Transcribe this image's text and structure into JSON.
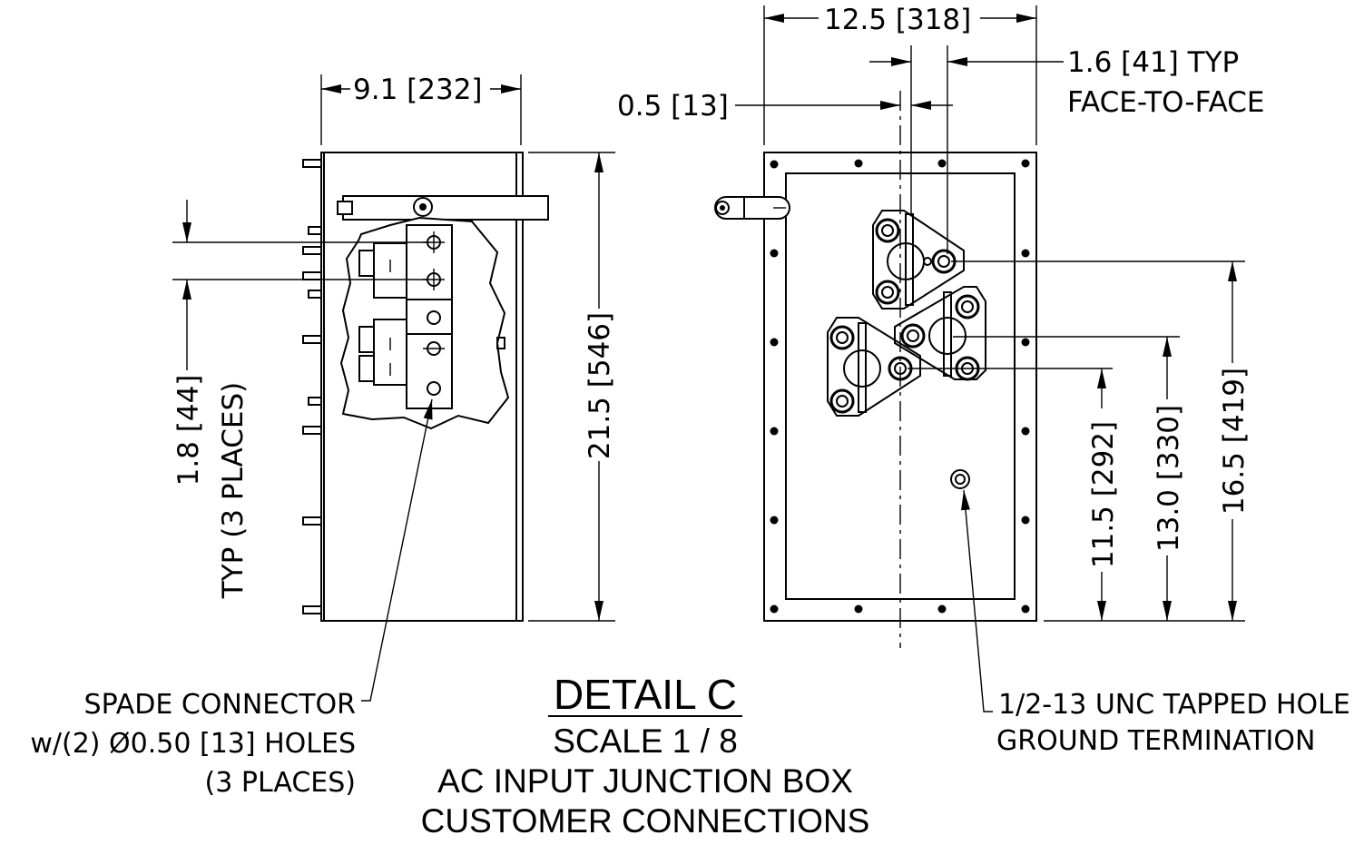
{
  "title": {
    "detail": "DETAIL C",
    "scale": "SCALE 1 / 8",
    "line1": "AC INPUT JUNCTION BOX",
    "line2": "CUSTOMER CONNECTIONS"
  },
  "dimensions": {
    "side_width": "9.1 [232]",
    "side_height": "21.5 [546]",
    "spacing_value": "1.8 [44]",
    "spacing_note": "TYP (3 PLACES)",
    "front_width": "12.5 [318]",
    "face_to_face_value": "1.6 [41] TYP",
    "face_to_face_note": "FACE-TO-FACE",
    "offset": "0.5 [13]",
    "height_1": "11.5 [292]",
    "height_2": "13.0 [330]",
    "height_3": "16.5 [419]"
  },
  "notes": {
    "spade_line1": "SPADE CONNECTOR",
    "spade_line2": "w/(2) Ø0.50 [13] HOLES",
    "spade_line3": "(3 PLACES)",
    "tapped_line1": "1/2-13 UNC TAPPED HOLE",
    "tapped_line2": "GROUND TERMINATION"
  }
}
